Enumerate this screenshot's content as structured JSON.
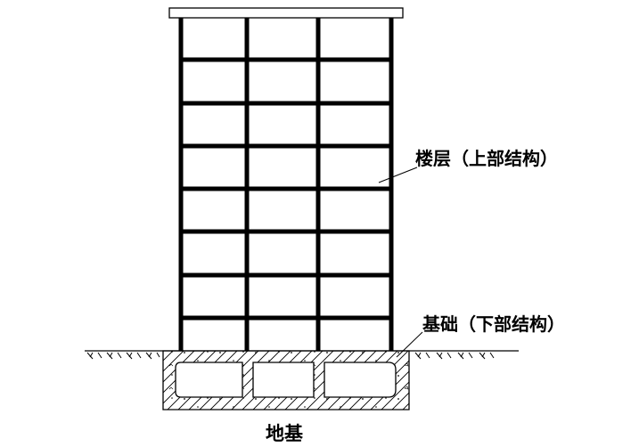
{
  "labels": {
    "upper_structure": "楼层（上部结构）",
    "lower_structure": "基础（下部结构）",
    "subgrade": "地基"
  },
  "colors": {
    "line": "#000000",
    "background": "#ffffff"
  }
}
